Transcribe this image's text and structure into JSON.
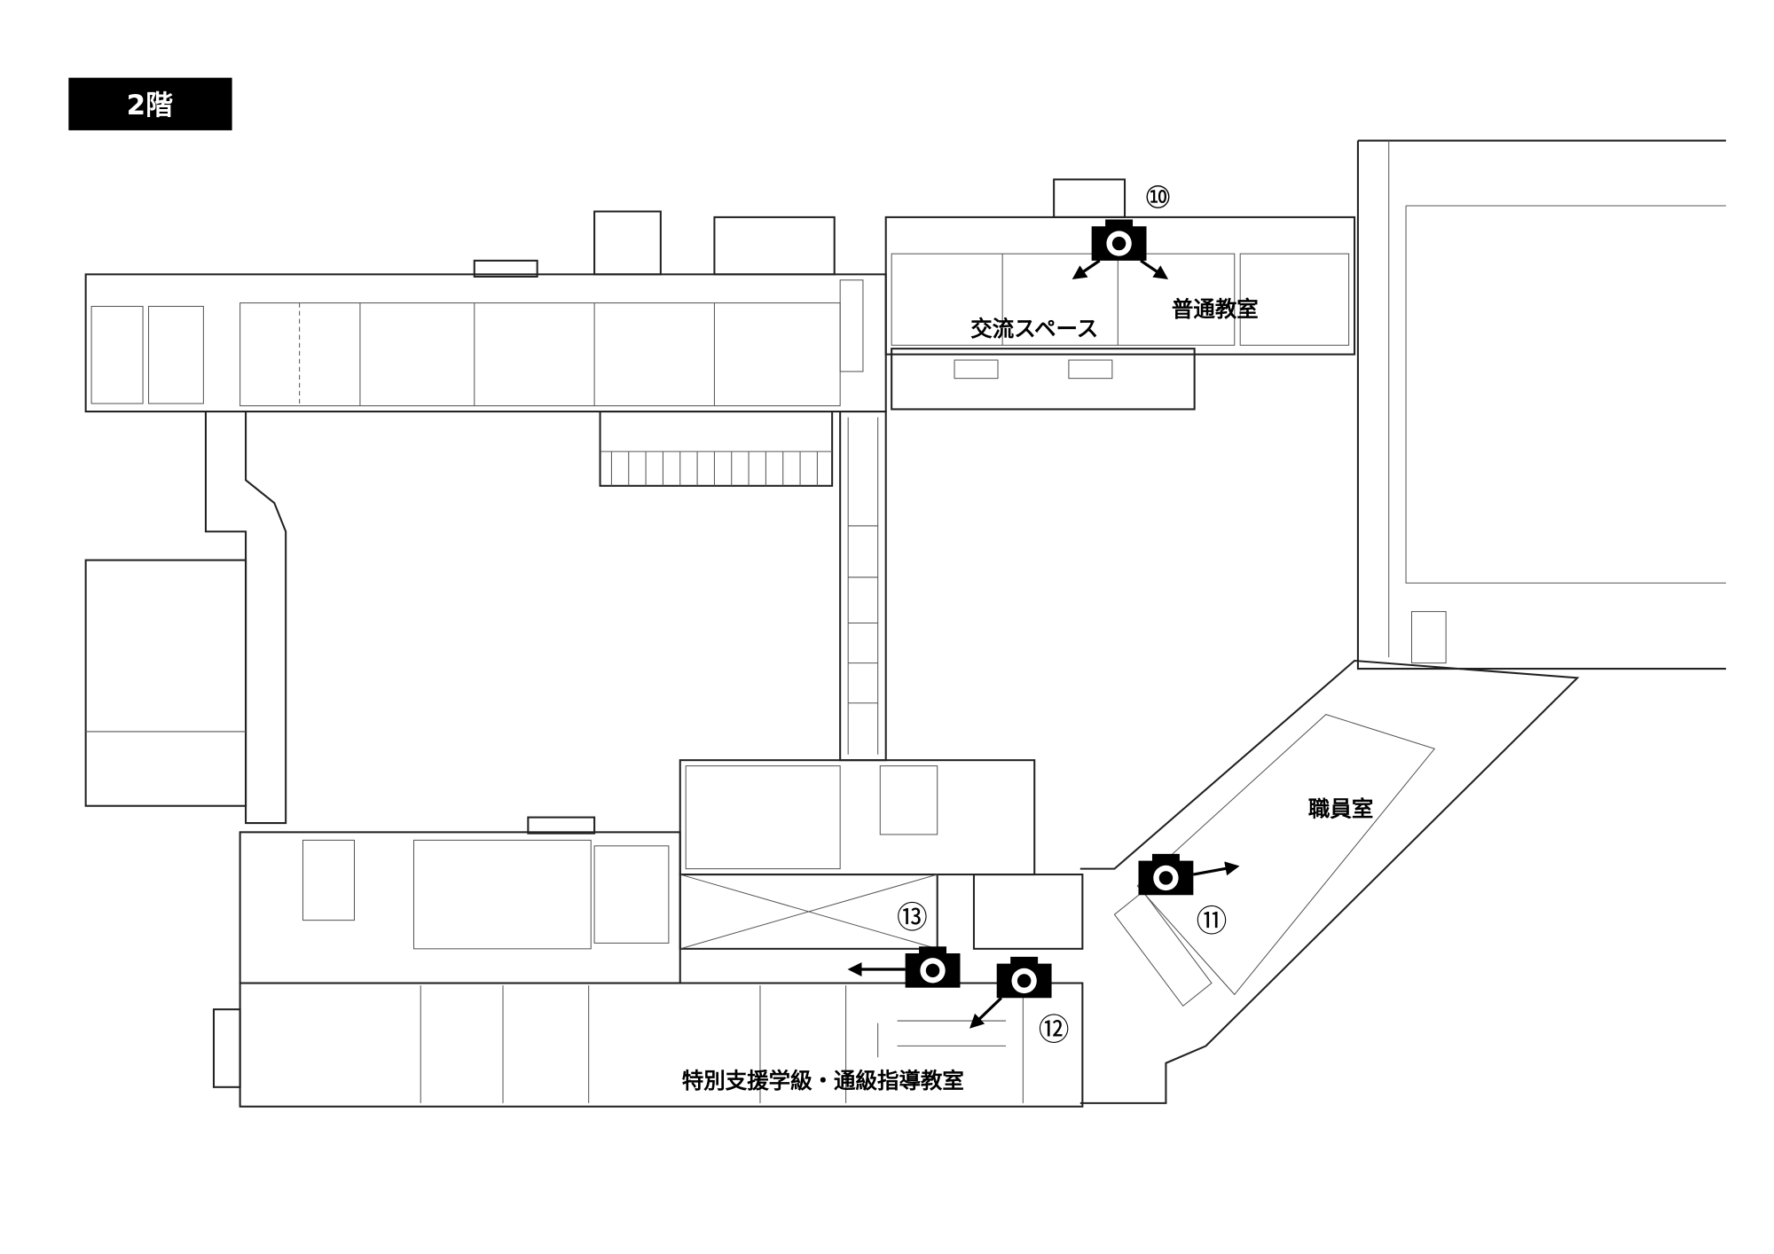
{
  "floor_label": "2階",
  "rooms": {
    "exchange_space": "交流スペース",
    "regular_classroom": "普通教室",
    "staff_room": "職員室",
    "special_support": "特別支援学級・通級指導教室"
  },
  "photo_points": [
    {
      "number": "⑩",
      "icon": "camera-icon"
    },
    {
      "number": "⑪",
      "icon": "camera-icon"
    },
    {
      "number": "⑫",
      "icon": "camera-icon"
    },
    {
      "number": "⑬",
      "icon": "camera-icon"
    }
  ]
}
